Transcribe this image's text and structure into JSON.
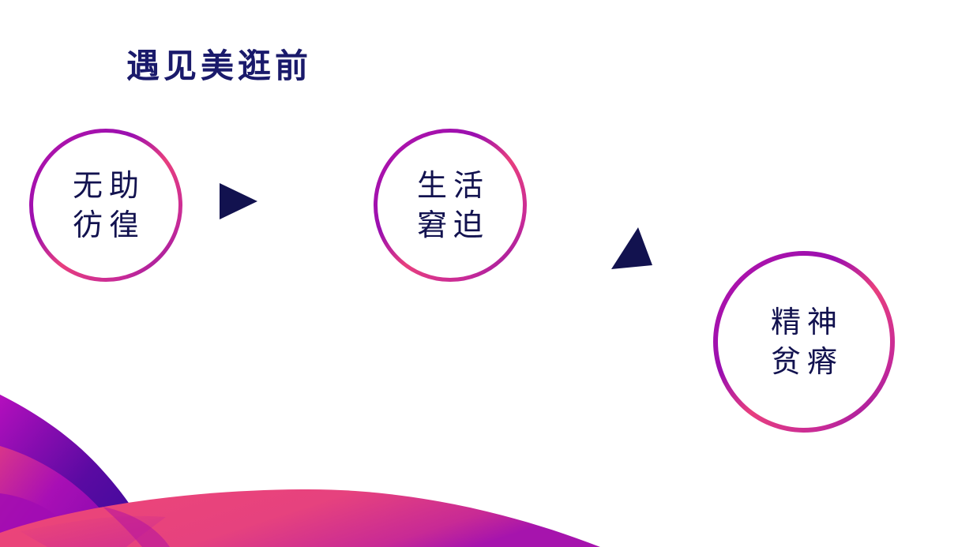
{
  "slide": {
    "title": "遇见美逛前",
    "background": "#ffffff",
    "colors": {
      "title_text": "#1a1a6b",
      "node_text": "#12124f",
      "arrow": "#12124f",
      "ring_gradient": [
        "#7b0fa8",
        "#b514a8",
        "#e83f7e",
        "#9a0fb0"
      ],
      "wave_pink": "#ea4579",
      "wave_magenta": "#a80fb5",
      "wave_purple": "#4a0aa0"
    }
  },
  "flow": {
    "nodes": [
      {
        "id": "node-1",
        "line1": "无助",
        "line2": "彷徨"
      },
      {
        "id": "node-2",
        "line1": "生活",
        "line2": "窘迫"
      },
      {
        "id": "node-3",
        "line1": "精神",
        "line2": "贫瘠"
      }
    ],
    "arrows": [
      {
        "id": "arrow-1",
        "direction": "right"
      },
      {
        "id": "arrow-2",
        "direction": "down-right"
      }
    ]
  }
}
